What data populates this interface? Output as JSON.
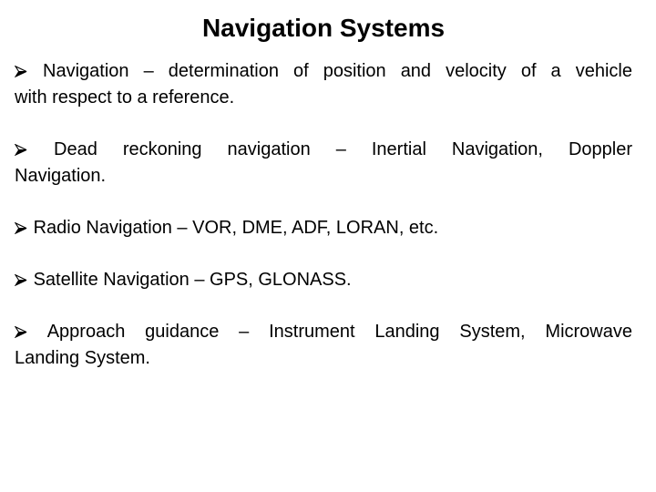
{
  "slide": {
    "title": "Navigation Systems",
    "bullet_icon": "arrow-bullet",
    "bullet_glyph": "➢",
    "colors": {
      "background": "#ffffff",
      "text": "#000000"
    },
    "bullets": [
      {
        "lines": {
          "0": "Navigation – determination of position and velocity of a vehicle",
          "1": "with respect to a reference."
        }
      },
      {
        "lines": {
          "0": "Dead reckoning navigation – Inertial Navigation, Doppler",
          "1": "Navigation."
        }
      },
      {
        "lines": {
          "0": "Radio Navigation – VOR, DME, ADF, LORAN, etc."
        }
      },
      {
        "lines": {
          "0": "Satellite Navigation – GPS, GLONASS."
        }
      },
      {
        "lines": {
          "0": "Approach guidance – Instrument Landing System, Microwave",
          "1": "Landing System."
        }
      }
    ]
  }
}
